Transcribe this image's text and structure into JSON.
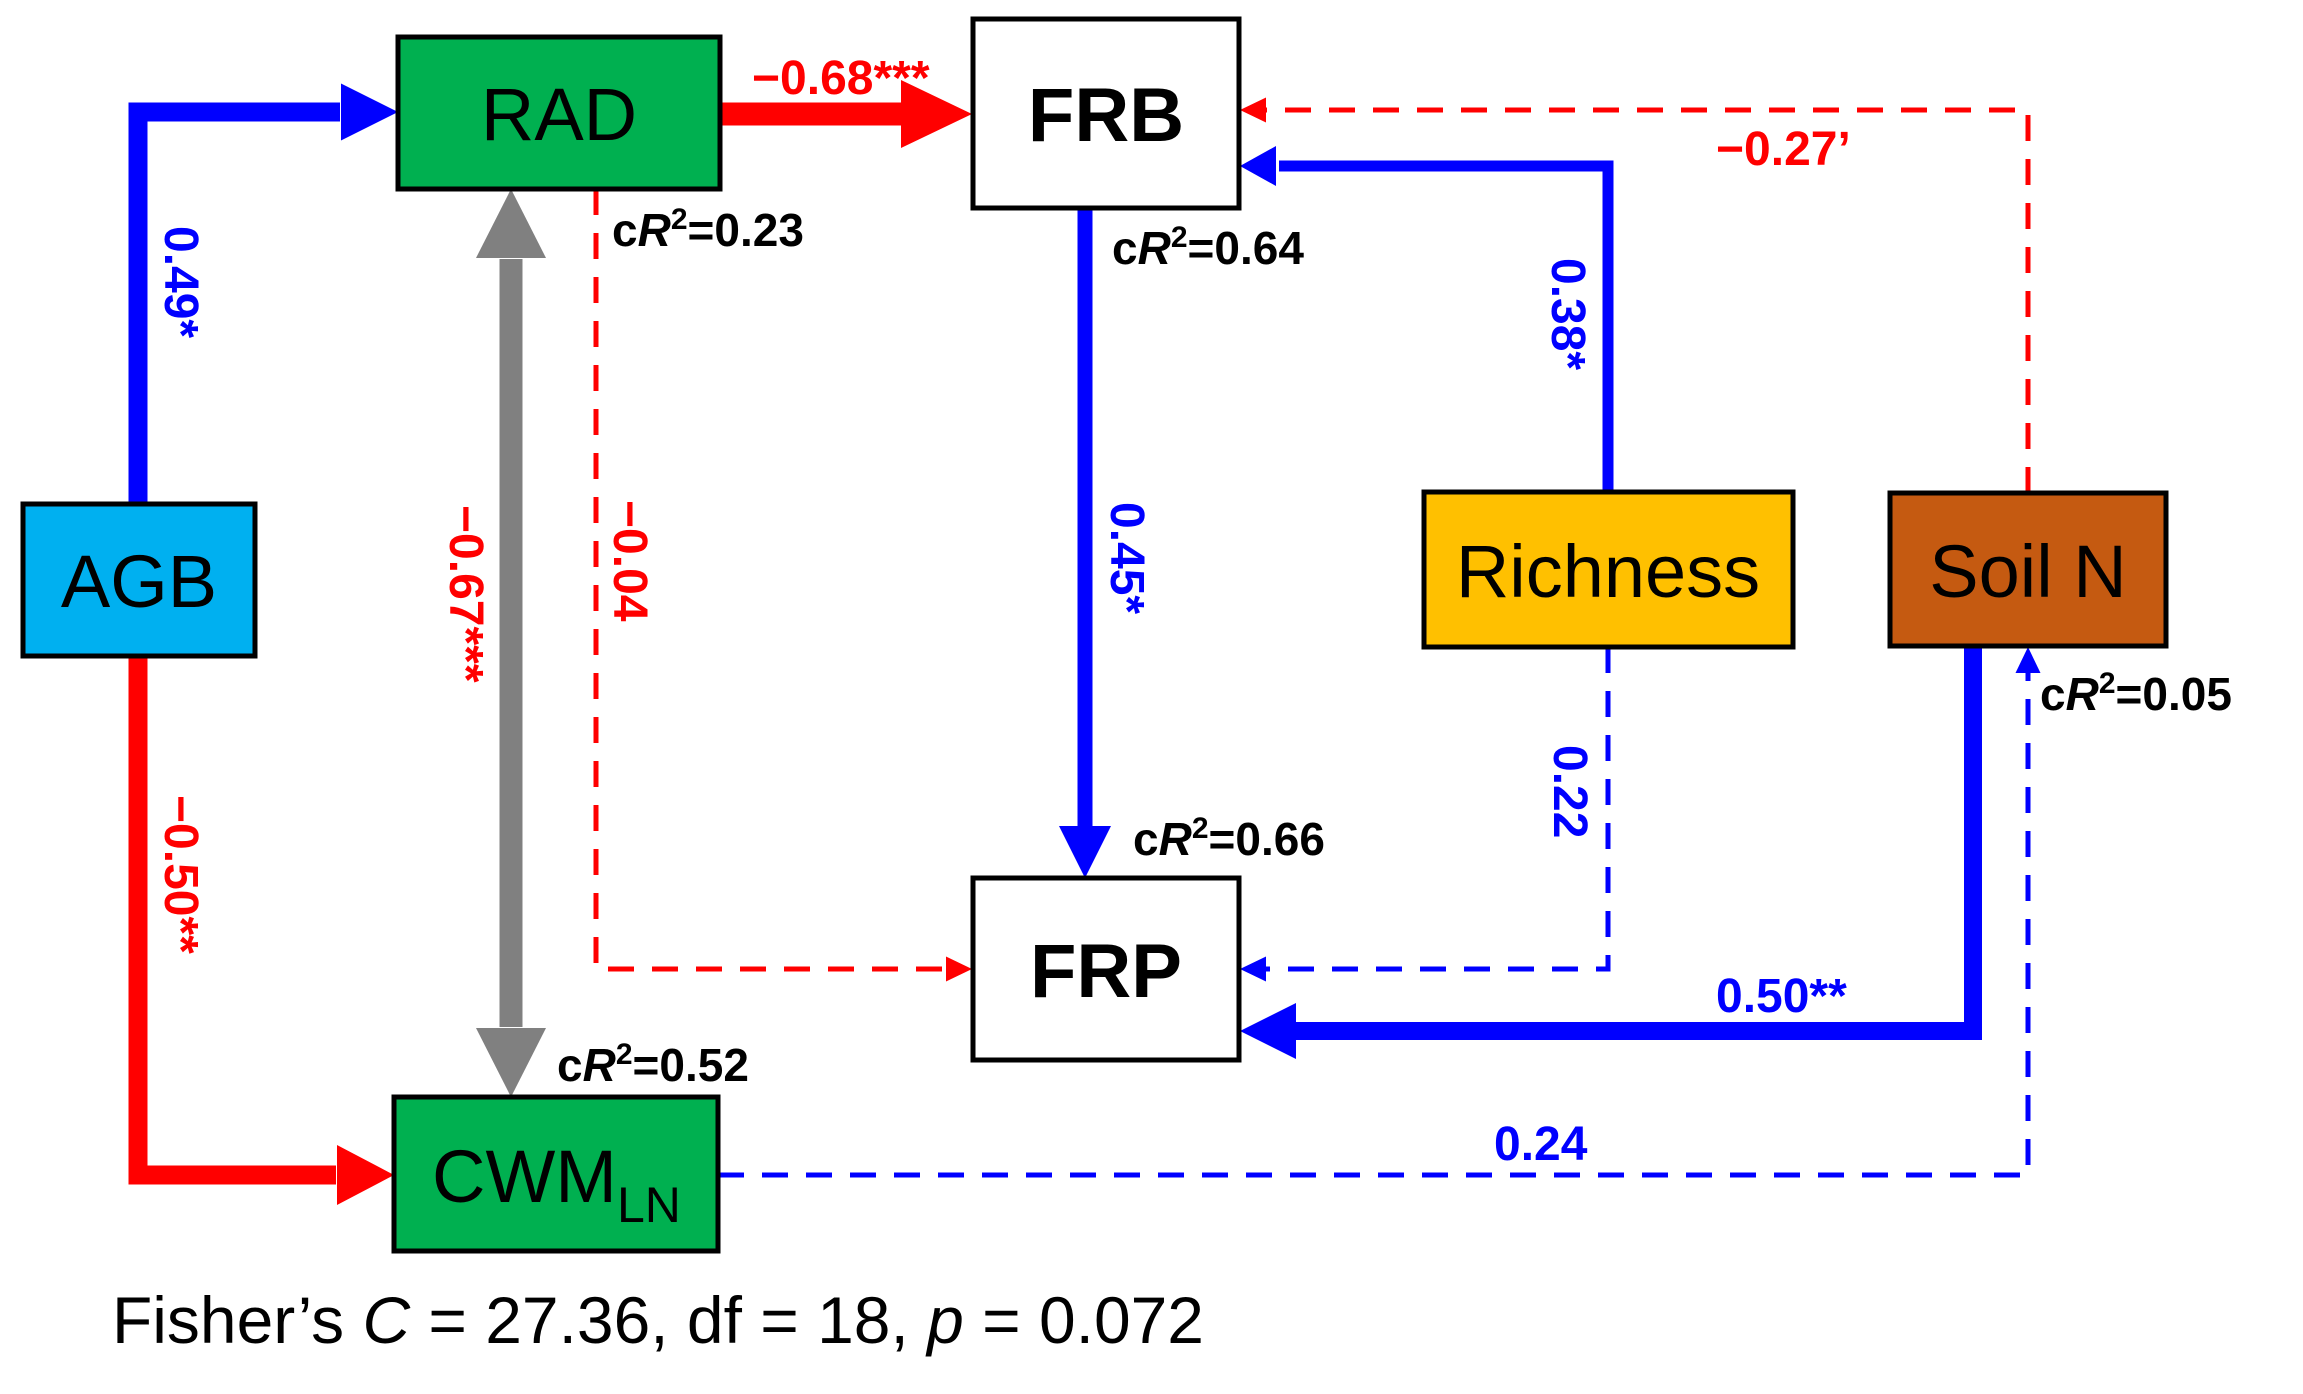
{
  "figure": {
    "type": "piecewise structural equation model path diagram",
    "colors": {
      "positive": "#0000FF",
      "negative": "#FF0000",
      "covariance": "#808080",
      "node_green": "#00B050",
      "node_agb": "#00B0F0",
      "node_richness": "#FFC000",
      "node_soiln": "#C55A11",
      "node_white": "#FFFFFF"
    }
  },
  "nodes": {
    "rad": {
      "label": "RAD",
      "fill": "#00B050",
      "r2_label": "cR²=0.23",
      "r2_value": 0.23
    },
    "frb": {
      "label": "FRB",
      "fill": "#FFFFFF",
      "r2_label": "cR²=0.64",
      "r2_value": 0.64
    },
    "agb": {
      "label": "AGB",
      "fill": "#00B0F0"
    },
    "cwm": {
      "label": "CWM",
      "subscript": "LN",
      "fill": "#00B050",
      "r2_label": "cR²=0.52",
      "r2_value": 0.52
    },
    "frp": {
      "label": "FRP",
      "fill": "#FFFFFF",
      "r2_label": "cR²=0.66",
      "r2_value": 0.66
    },
    "richness": {
      "label": "Richness",
      "fill": "#FFC000"
    },
    "soiln": {
      "label": "Soil N",
      "fill": "#C55A11",
      "r2_label": "cR²=0.05",
      "r2_value": 0.05
    }
  },
  "paths": [
    {
      "id": "agb-rad",
      "from": "AGB",
      "to": "RAD",
      "coef": "0.49*",
      "value": 0.49,
      "sign": "positive",
      "style": "solid"
    },
    {
      "id": "agb-cwm",
      "from": "AGB",
      "to": "CWM_LN",
      "coef": "−0.50**",
      "value": -0.5,
      "sign": "negative",
      "style": "solid"
    },
    {
      "id": "rad-frb",
      "from": "RAD",
      "to": "FRB",
      "coef": "−0.68***",
      "value": -0.68,
      "sign": "negative",
      "style": "solid"
    },
    {
      "id": "rad-cwm",
      "from": "RAD",
      "to": "CWM_LN",
      "coef": "−0.67***",
      "value": -0.67,
      "sign": "covariance",
      "style": "solid-double"
    },
    {
      "id": "rad-frp",
      "from": "RAD",
      "to": "FRP",
      "coef": "−0.04",
      "value": -0.04,
      "sign": "negative",
      "style": "dashed"
    },
    {
      "id": "frb-frp",
      "from": "FRB",
      "to": "FRP",
      "coef": "0.45*",
      "value": 0.45,
      "sign": "positive",
      "style": "solid"
    },
    {
      "id": "richness-frb",
      "from": "Richness",
      "to": "FRB",
      "coef": "0.38*",
      "value": 0.38,
      "sign": "positive",
      "style": "solid"
    },
    {
      "id": "soiln-frb",
      "from": "Soil N",
      "to": "FRB",
      "coef": "−0.27’",
      "value": -0.27,
      "sign": "negative",
      "style": "dashed"
    },
    {
      "id": "richness-frp",
      "from": "Richness",
      "to": "FRP",
      "coef": "0.22",
      "value": 0.22,
      "sign": "positive",
      "style": "dashed"
    },
    {
      "id": "soiln-frp",
      "from": "Soil N",
      "to": "FRP",
      "coef": "0.50**",
      "value": 0.5,
      "sign": "positive",
      "style": "solid"
    },
    {
      "id": "cwm-soiln",
      "from": "CWM_LN",
      "to": "Soil N",
      "coef": "0.24",
      "value": 0.24,
      "sign": "positive",
      "style": "dashed"
    }
  ],
  "r2_parts": {
    "prefix": "c",
    "italic": "R",
    "sup": "2",
    "rad": "=0.23",
    "frb": "=0.64",
    "frp": "=0.66",
    "cwm": "=0.52",
    "soiln": "=0.05"
  },
  "footer": {
    "full": "Fisher’s C = 27.36, df = 18, p = 0.072",
    "part1": "Fisher’s ",
    "c_symbol": "C",
    "part2": " = 27.36, df = 18, ",
    "p_symbol": "p",
    "part3": " = 0.072",
    "fishers_c": 27.36,
    "df": 18,
    "p": 0.072
  }
}
